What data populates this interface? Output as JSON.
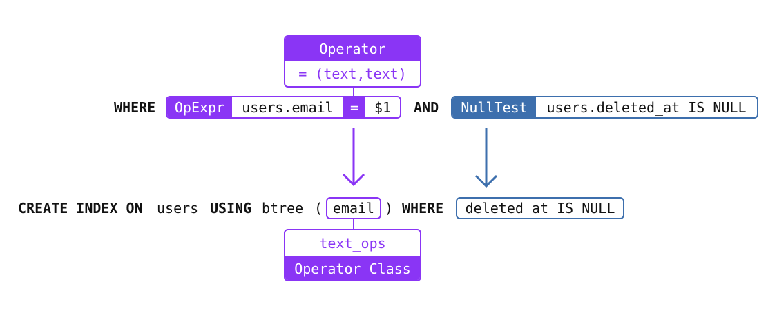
{
  "colors": {
    "purple": "#8a35f5",
    "blue": "#3d6fad",
    "text": "#111111"
  },
  "operator_box": {
    "title": "Operator",
    "value": "= (text,text)"
  },
  "where_line": {
    "where_kw": "WHERE",
    "opexpr": {
      "tag": "OpExpr",
      "left": "users.email",
      "op": "=",
      "right": "$1"
    },
    "and_kw": "AND",
    "nulltest": {
      "tag": "NullTest",
      "expr": "users.deleted_at IS NULL"
    }
  },
  "index_line": {
    "create_kw": "CREATE INDEX ON",
    "table": "users",
    "using_kw": "USING",
    "method": "btree",
    "open_paren": "(",
    "column": "email",
    "close_paren": ")",
    "where_kw": "WHERE",
    "predicate": "deleted_at IS NULL"
  },
  "opclass_box": {
    "value": "text_ops",
    "title": "Operator Class"
  }
}
